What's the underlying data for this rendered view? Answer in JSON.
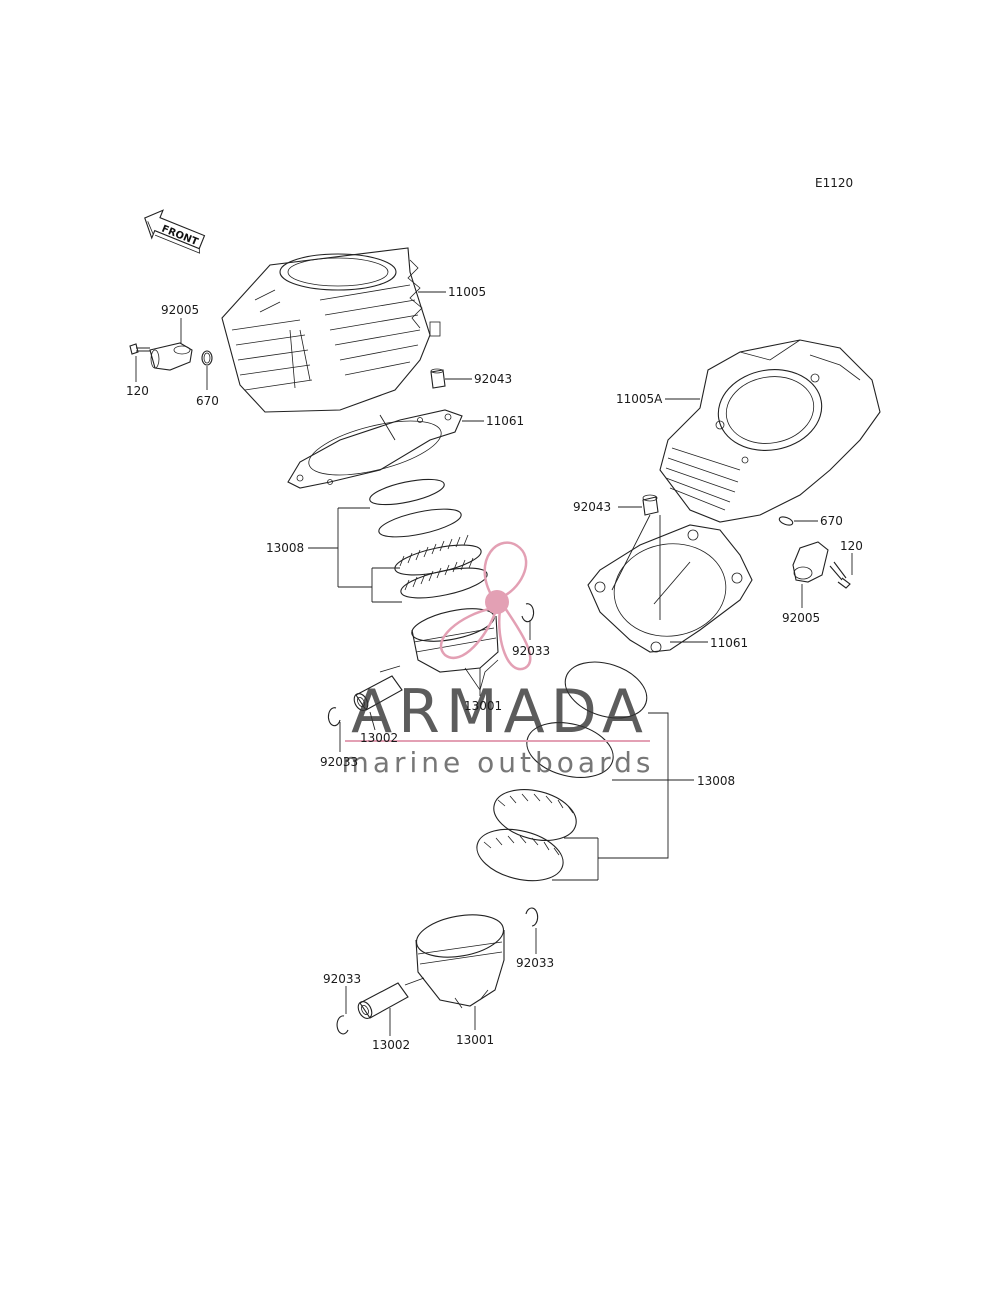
{
  "diagram_code": "E1120",
  "front_label": "FRONT",
  "watermark": {
    "brand": "ARMADA",
    "tagline": "marine outboards",
    "brand_color": "#333333",
    "tagline_color": "#555555",
    "accent_color": "#e3a0b4"
  },
  "labels": {
    "p11005": "11005",
    "p11005a": "11005A",
    "p11061_top": "11061",
    "p11061_right": "11061",
    "p92043_top": "92043",
    "p92043_right": "92043",
    "p92005_left": "92005",
    "p92005_right": "92005",
    "p120_left": "120",
    "p120_right": "120",
    "p670_left": "670",
    "p670_right": "670",
    "p13008_top": "13008",
    "p13008_lower": "13008",
    "p92033_a": "92033",
    "p92033_b": "92033",
    "p92033_c": "92033",
    "p92033_d": "92033",
    "p13001_top": "13001",
    "p13001_lower": "13001",
    "p13002_top": "13002",
    "p13002_lower": "13002"
  }
}
